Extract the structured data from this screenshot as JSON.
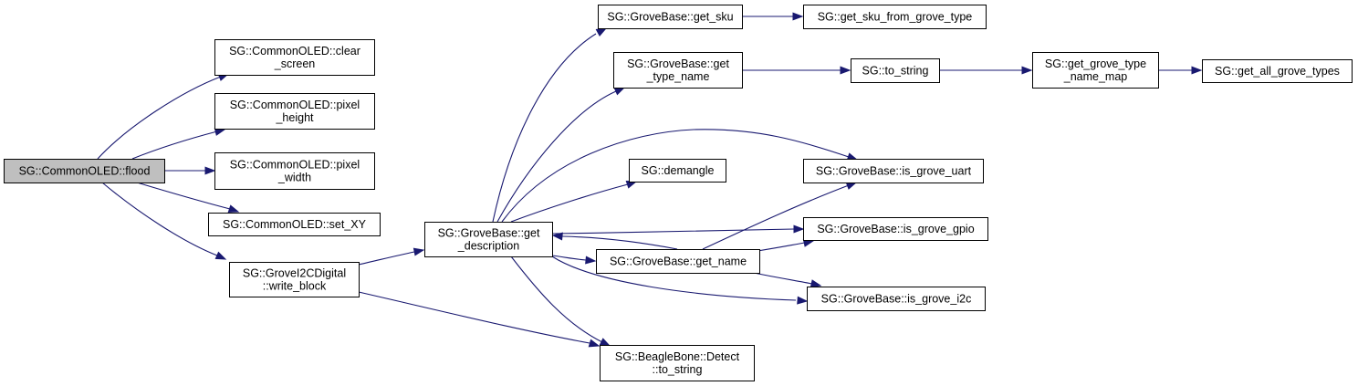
{
  "graph": {
    "type": "call-graph",
    "edge_color": "#191970",
    "root_fill": "#bfbfbf",
    "node_fill": "#ffffff",
    "nodes": [
      {
        "id": "flood",
        "lines": [
          "SG::CommonOLED::flood"
        ],
        "root": true
      },
      {
        "id": "clear_screen",
        "lines": [
          "SG::CommonOLED::clear",
          "_screen"
        ]
      },
      {
        "id": "pixel_height",
        "lines": [
          "SG::CommonOLED::pixel",
          "_height"
        ]
      },
      {
        "id": "pixel_width",
        "lines": [
          "SG::CommonOLED::pixel",
          "_width"
        ]
      },
      {
        "id": "set_XY",
        "lines": [
          "SG::CommonOLED::set_XY"
        ]
      },
      {
        "id": "write_block",
        "lines": [
          "SG::GroveI2CDigital",
          "::write_block"
        ]
      },
      {
        "id": "get_description",
        "lines": [
          "SG::GroveBase::get",
          "_description"
        ]
      },
      {
        "id": "get_sku",
        "lines": [
          "SG::GroveBase::get_sku"
        ]
      },
      {
        "id": "get_sku_from_grove_type",
        "lines": [
          "SG::get_sku_from_grove_type"
        ]
      },
      {
        "id": "get_type_name",
        "lines": [
          "SG::GroveBase::get",
          "_type_name"
        ]
      },
      {
        "id": "to_string",
        "lines": [
          "SG::to_string"
        ]
      },
      {
        "id": "get_grove_type_name_map",
        "lines": [
          "SG::get_grove_type",
          "_name_map"
        ]
      },
      {
        "id": "get_all_grove_types",
        "lines": [
          "SG::get_all_grove_types"
        ]
      },
      {
        "id": "demangle",
        "lines": [
          "SG::demangle"
        ]
      },
      {
        "id": "is_grove_uart",
        "lines": [
          "SG::GroveBase::is_grove_uart"
        ]
      },
      {
        "id": "is_grove_gpio",
        "lines": [
          "SG::GroveBase::is_grove_gpio"
        ]
      },
      {
        "id": "get_name",
        "lines": [
          "SG::GroveBase::get_name"
        ]
      },
      {
        "id": "is_grove_i2c",
        "lines": [
          "SG::GroveBase::is_grove_i2c"
        ]
      },
      {
        "id": "detect_to_string",
        "lines": [
          "SG::BeagleBone::Detect",
          "::to_string"
        ]
      }
    ],
    "edges": [
      {
        "from": "flood",
        "to": "clear_screen"
      },
      {
        "from": "flood",
        "to": "pixel_height"
      },
      {
        "from": "flood",
        "to": "pixel_width"
      },
      {
        "from": "flood",
        "to": "set_XY"
      },
      {
        "from": "flood",
        "to": "write_block"
      },
      {
        "from": "write_block",
        "to": "get_description"
      },
      {
        "from": "write_block",
        "to": "detect_to_string"
      },
      {
        "from": "get_description",
        "to": "get_sku"
      },
      {
        "from": "get_description",
        "to": "get_type_name"
      },
      {
        "from": "get_description",
        "to": "is_grove_uart"
      },
      {
        "from": "get_description",
        "to": "demangle"
      },
      {
        "from": "get_description",
        "to": "is_grove_gpio"
      },
      {
        "from": "get_description",
        "to": "get_name"
      },
      {
        "from": "get_description",
        "to": "is_grove_i2c"
      },
      {
        "from": "get_description",
        "to": "detect_to_string"
      },
      {
        "from": "get_sku",
        "to": "get_sku_from_grove_type"
      },
      {
        "from": "get_type_name",
        "to": "to_string"
      },
      {
        "from": "to_string",
        "to": "get_grove_type_name_map"
      },
      {
        "from": "get_grove_type_name_map",
        "to": "get_all_grove_types"
      },
      {
        "from": "get_name",
        "to": "get_description"
      },
      {
        "from": "get_name",
        "to": "is_grove_uart"
      },
      {
        "from": "get_name",
        "to": "is_grove_gpio"
      },
      {
        "from": "get_name",
        "to": "is_grove_i2c"
      }
    ]
  }
}
